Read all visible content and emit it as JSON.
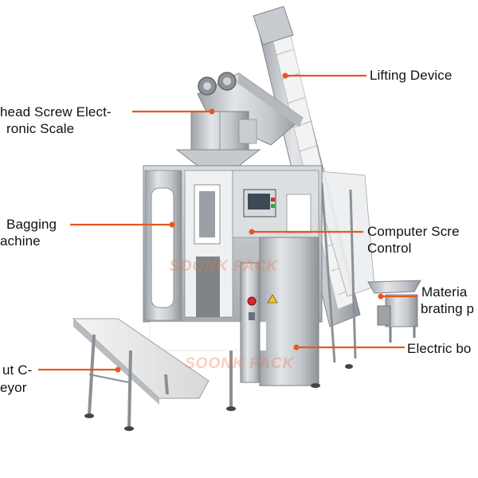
{
  "watermark": "SOONK PACK",
  "accent_color": "#e8571f",
  "labels": {
    "lifting": "Lifting Device",
    "scale_l1": "head Screw Elect-",
    "scale_l2": "ronic Scale",
    "bagging_l1": "Bagging",
    "bagging_l2": "achine",
    "screen_l1": "Computer Scre",
    "screen_l2": "Control",
    "vibrating_l1": "Materia",
    "vibrating_l2": "brating p",
    "electric": "Electric bo",
    "output_l1": "ut C-",
    "output_l2": "eyor"
  }
}
